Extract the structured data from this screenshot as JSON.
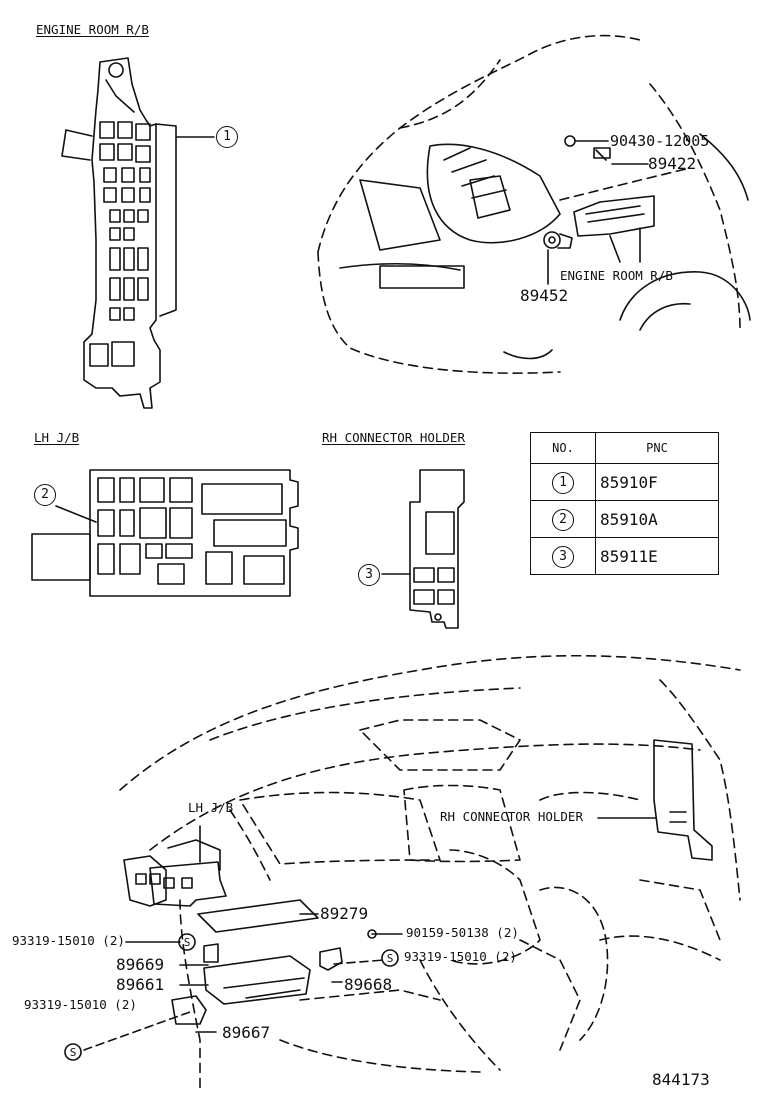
{
  "sections": {
    "engine_room_rb": "ENGINE ROOM R/B",
    "lh_jb": "LH J/B",
    "rh_connector_holder": "RH CONNECTOR HOLDER"
  },
  "callouts": {
    "c1": "1",
    "c2": "2",
    "c3": "3"
  },
  "engine_parts": {
    "p90430": "90430-12005",
    "p89422": "89422",
    "p89452": "89452",
    "engine_room_rb": "ENGINE ROOM R/B"
  },
  "table": {
    "headers": [
      "NO.",
      "PNC"
    ],
    "rows": [
      {
        "no": "1",
        "pnc": "85910F"
      },
      {
        "no": "2",
        "pnc": "85910A"
      },
      {
        "no": "3",
        "pnc": "85911E"
      }
    ]
  },
  "dash_parts": {
    "lh_jb": "LH J/B",
    "rh_connector_holder": "RH CONNECTOR HOLDER",
    "p89279": "89279",
    "p90159": "90159-50138 (2)",
    "p93319_a": "93319-15010 (2)",
    "p93319_b": "93319-15010 (2)",
    "p93319_c": "93319-15010 (2)",
    "p89669": "89669",
    "p89661": "89661",
    "p89668": "89668",
    "p89667": "89667",
    "s_marker": "S"
  },
  "diagram_id": "844173"
}
